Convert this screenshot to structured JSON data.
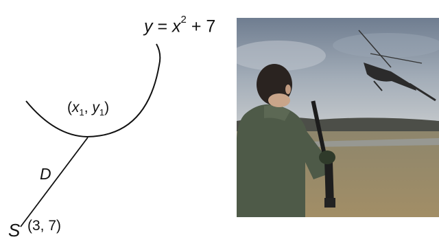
{
  "diagram": {
    "curve_equation": {
      "y": "y",
      "equals": "=",
      "x": "x",
      "exponent": "2",
      "plus_const": "+ 7"
    },
    "point_on_curve": {
      "open": "(",
      "x": "x",
      "x_sub": "1",
      "comma": ",",
      "y": "y",
      "y_sub": "1",
      "close": ")"
    },
    "distance_label": "D",
    "source_label": "S",
    "source_coords": "(3, 7)"
  },
  "photo": {
    "subject": "soldier-with-antenna-and-helicopter",
    "colors": {
      "sky": "#8c98a8",
      "field": "#9a8a68",
      "jacket": "#4e5a48"
    }
  }
}
